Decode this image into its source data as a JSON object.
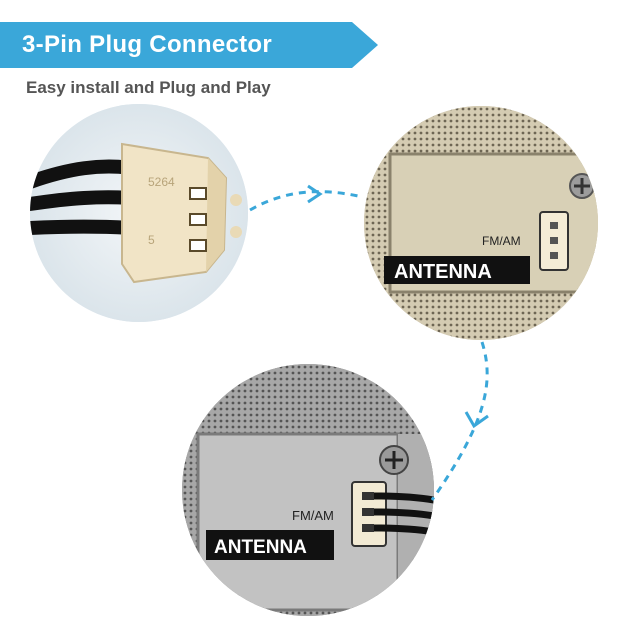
{
  "banner": {
    "title": "3-Pin Plug Connector"
  },
  "subtitle": "Easy install and Plug and Play",
  "plug": {
    "marking_top": "5264",
    "marking_bottom": "5"
  },
  "panel_top": {
    "fm_am": "FM/AM",
    "antenna": "ANTENNA"
  },
  "panel_bottom": {
    "fm_am": "FM/AM",
    "antenna": "ANTENNA"
  },
  "colors": {
    "accent": "#3aa7d9",
    "subtitle": "#555555",
    "arrow": "#3aa7d9"
  },
  "icons": [
    "dashed-arrow-icon",
    "screw-icon",
    "connector-socket-icon"
  ]
}
